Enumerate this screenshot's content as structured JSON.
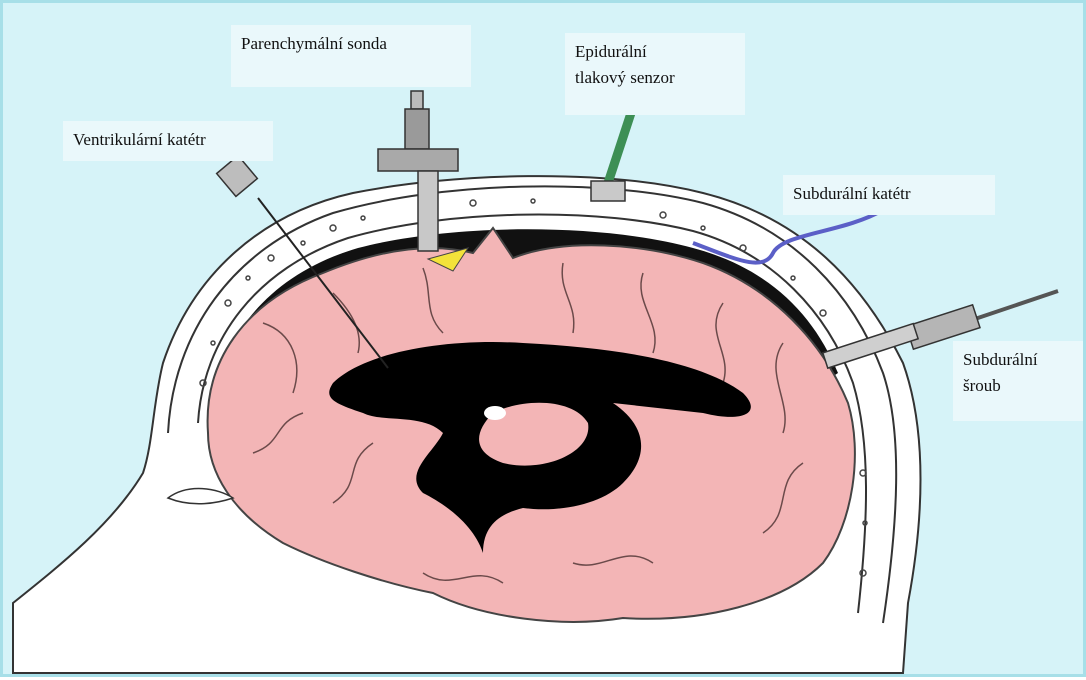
{
  "labels": {
    "parenchymal": "Parenchymální sonda",
    "epidural": "Epidurální\ntlakový senzor",
    "ventricular": "Ventrikulární katétr",
    "subdural_catheter": "Subdurální katétr",
    "subdural_bolt": "Subdurální\nšroub"
  },
  "colors": {
    "background": "#d6f3f8",
    "brain": "#f3b5b6",
    "ventricles": "#000000",
    "probe_tip": "#f3e23a",
    "epidural_cable": "#3d8f55",
    "subdural_catheter": "#5b5fc7",
    "metal": "#9a9a9a"
  }
}
